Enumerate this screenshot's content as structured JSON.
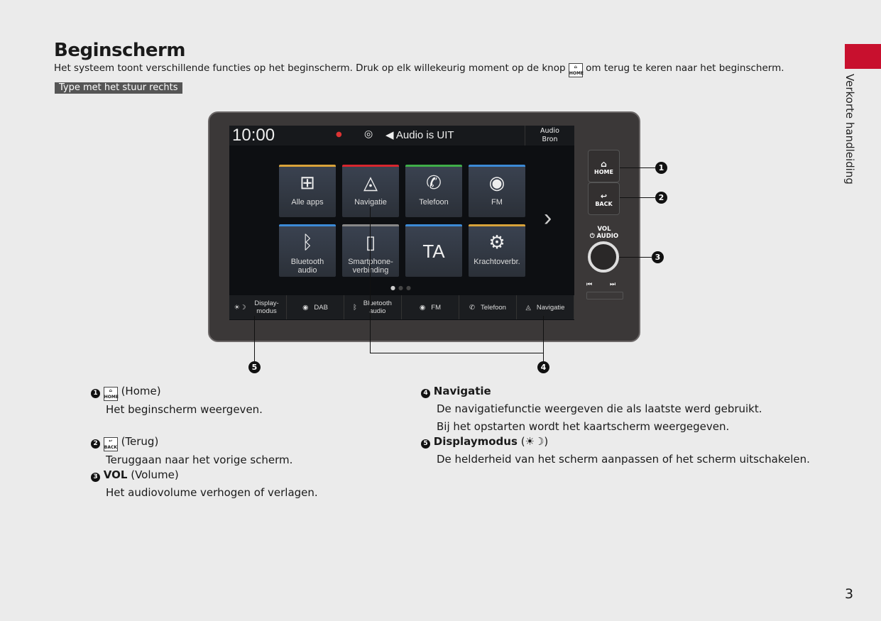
{
  "title": "Beginscherm",
  "intro_before": "Het systeem toont verschillende functies op het beginscherm. Druk op elk willekeurig moment op de knop",
  "intro_after": "om terug te keren naar het beginscherm.",
  "tag": "Type met het stuur rechts",
  "side_tab": "Verkorte handleiding",
  "page_number": "3",
  "accent_color": "#c8102e",
  "screen": {
    "clock": "10:00",
    "audio_status": "Audio is UIT",
    "audio_source": [
      "Audio",
      "Bron"
    ],
    "tiles": [
      {
        "label": "Alle apps",
        "icon": "grid-icon",
        "color": "#d9a33a"
      },
      {
        "label": "Navigatie",
        "icon": "navigation-icon",
        "color": "#d8262e"
      },
      {
        "label": "Telefoon",
        "icon": "phone-icon",
        "color": "#3fae49"
      },
      {
        "label": "FM",
        "icon": "radio-icon",
        "color": "#3c8ad6"
      },
      {
        "label": "Bluetooth audio",
        "icon": "bluetooth-icon",
        "color": "#3c8ad6"
      },
      {
        "label": "Smartphone-verbinding",
        "icon": "smartphone-icon",
        "color": "#888888"
      },
      {
        "label": "TA",
        "icon": "",
        "color": "#3c8ad6"
      },
      {
        "label": "Krachtoverbr.",
        "icon": "drivetrain-icon",
        "color": "#d9a33a"
      }
    ],
    "bottom_bar": [
      "Display-modus",
      "DAB",
      "Bluetooth audio",
      "FM",
      "Telefoon",
      "Navigatie"
    ]
  },
  "hardware": {
    "home": "HOME",
    "back": "BACK",
    "vol": "VOL",
    "audio": "⏻ AUDIO"
  },
  "callouts": [
    "1",
    "2",
    "3",
    "4",
    "5"
  ],
  "items": [
    {
      "num": "1",
      "title": "(Home)",
      "desc": "Het beginscherm weergeven."
    },
    {
      "num": "2",
      "title": "(Terug)",
      "desc": "Teruggaan naar het vorige scherm."
    },
    {
      "num": "3",
      "title_bold": "VOL",
      "title": "(Volume)",
      "desc": "Het audiovolume verhogen of verlagen."
    },
    {
      "num": "4",
      "title_bold": "Navigatie",
      "desc": "De navigatiefunctie weergeven die als laatste werd gebruikt.",
      "desc2": "Bij het opstarten wordt het kaartscherm weergegeven."
    },
    {
      "num": "5",
      "title_bold": "Displaymodus",
      "title": "(☀☽)",
      "desc": "De helderheid van het scherm aanpassen of het scherm uitschakelen."
    }
  ]
}
